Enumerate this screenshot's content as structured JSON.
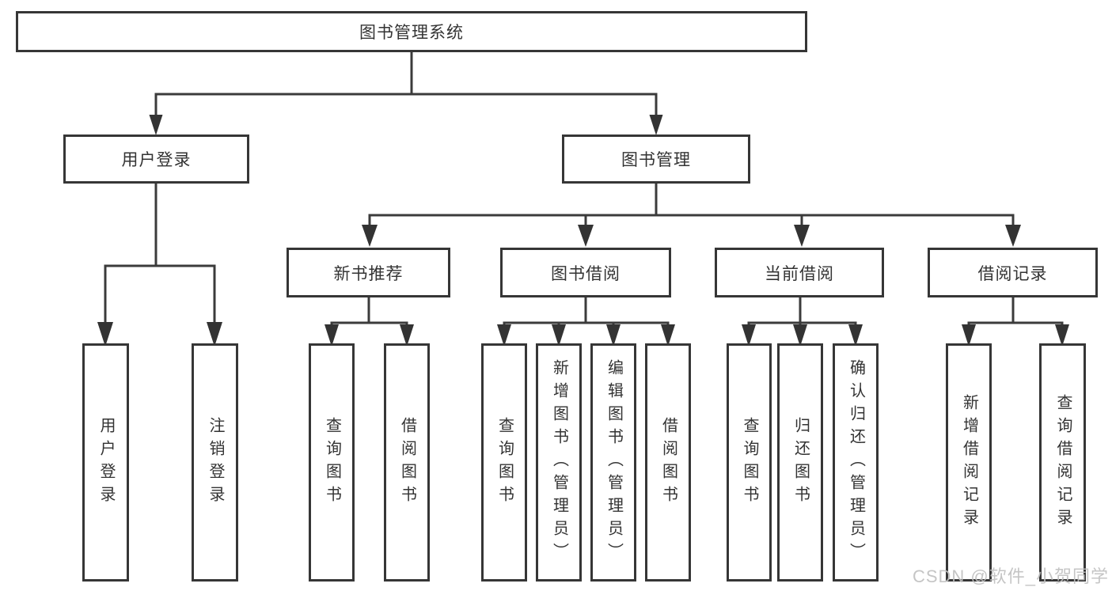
{
  "diagram": {
    "title": "图书管理系统",
    "nodes": {
      "root": "图书管理系统",
      "user_login": "用户登录",
      "book_mgmt": "图书管理",
      "new_book_rec": "新书推荐",
      "book_borrow": "图书借阅",
      "current_borrow": "当前借阅",
      "borrow_records": "借阅记录",
      "leaf_user_login": "用户登录",
      "leaf_logout_login": "注销登录",
      "leaf_query_books_rec": "查询图书",
      "leaf_borrow_books_rec": "借阅图书",
      "leaf_query_books_borrow": "查询图书",
      "leaf_add_books_admin": "新增图书（管理员）",
      "leaf_edit_books_admin": "编辑图书（管理员）",
      "leaf_borrow_books_borrow": "借阅图书",
      "leaf_query_books_current": "查询图书",
      "leaf_return_books": "归还图书",
      "leaf_confirm_return_admin": "确认归还（管理员）",
      "leaf_add_borrow_record": "新增借阅记录",
      "leaf_query_borrow_record": "查询借阅记录"
    },
    "hierarchy": {
      "图书管理系统": {
        "用户登录": [
          "用户登录",
          "注销登录"
        ],
        "图书管理": {
          "新书推荐": [
            "查询图书",
            "借阅图书"
          ],
          "图书借阅": [
            "查询图书",
            "新增图书（管理员）",
            "编辑图书（管理员）",
            "借阅图书"
          ],
          "当前借阅": [
            "查询图书",
            "归还图书",
            "确认归还（管理员）"
          ],
          "借阅记录": [
            "新增借阅记录",
            "查询借阅记录"
          ]
        }
      }
    },
    "line_color": "#3b3b3b",
    "border_color": "#363636",
    "text_color": "#333333"
  },
  "watermark": {
    "text": "CSDN @软件_小贺同学"
  }
}
